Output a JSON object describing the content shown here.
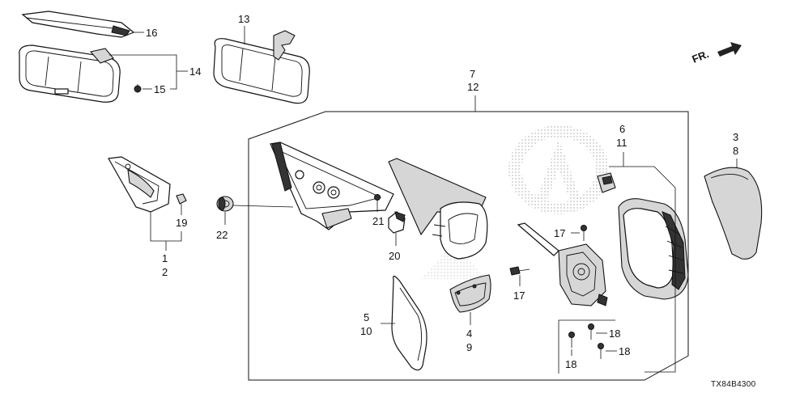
{
  "diagram": {
    "code": "TX84B4300",
    "direction_label": "FR.",
    "callouts": {
      "c1": "1",
      "c2": "2",
      "c3": "3",
      "c4": "4",
      "c5": "5",
      "c6": "6",
      "c7": "7",
      "c8": "8",
      "c9": "9",
      "c10": "10",
      "c11": "11",
      "c12": "12",
      "c13": "13",
      "c14": "14",
      "c15": "15",
      "c16": "16",
      "c17a": "17",
      "c17b": "17",
      "c18a": "18",
      "c18b": "18",
      "c18c": "18",
      "c19": "19",
      "c20": "20",
      "c21": "21",
      "c22": "22"
    }
  }
}
